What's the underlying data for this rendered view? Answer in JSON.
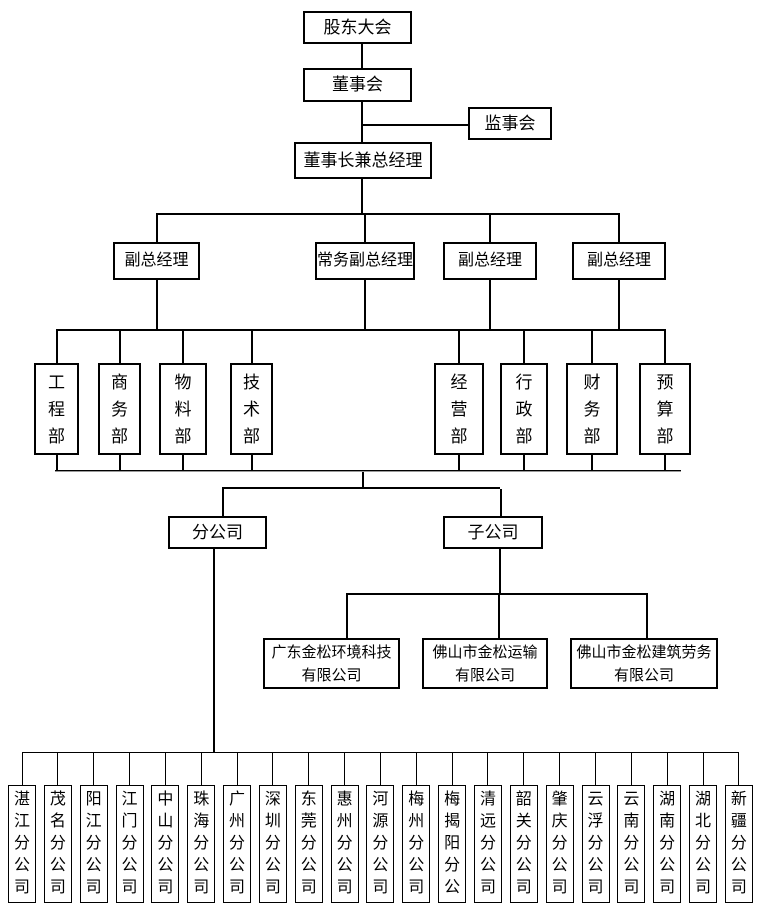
{
  "org_chart": {
    "top": {
      "shareholders": "股东大会",
      "board": "董事会",
      "supervisors": "监事会",
      "chairman": "董事长兼总经理"
    },
    "executives": [
      "副总经理",
      "常务副总经理",
      "副总经理",
      "副总经理"
    ],
    "departments": [
      "工程部",
      "商务部",
      "物料部",
      "技术部",
      "经营部",
      "行政部",
      "财务部",
      "预算部"
    ],
    "groups": {
      "branch": "分公司",
      "subsidiary": "子公司"
    },
    "subsidiaries": [
      "广东金松环境科技有限公司",
      "佛山市金松运输有限公司",
      "佛山市金松建筑劳务有限公司"
    ],
    "branches": [
      "湛江分公司",
      "茂名分公司",
      "阳江分公司",
      "江门分公司",
      "中山分公司",
      "珠海分公司",
      "广州分公司",
      "深圳分公司",
      "东莞分公司",
      "惠州分公司",
      "河源分公司",
      "梅州分公司",
      "梅揭阳分公",
      "清远分公司",
      "韶关分公司",
      "肇庆分公司",
      "云浮分公司",
      "云南分公司",
      "湖南分公司",
      "湖北分公司",
      "新疆分公司"
    ]
  },
  "colors": {
    "background": "#ffffff",
    "line": "#000000",
    "text": "#000000",
    "shadow_line": "#9a9a9a"
  }
}
